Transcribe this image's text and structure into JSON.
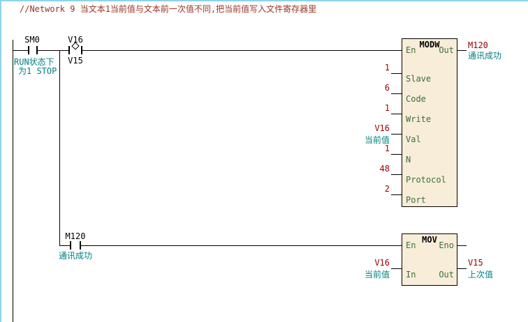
{
  "colors": {
    "comment": "#993322",
    "annotation_teal": "#008080",
    "value_red": "#990000",
    "pin_green": "#3C6E3C",
    "block_fill": "#F8EDD8",
    "block_border": "#000000",
    "wire": "#000000",
    "window_border_blue": "#8FD2F0"
  },
  "comment": {
    "text": "//Network 9  当文本1当前值与文本前一次值不同,把当前值写入文件寄存器里"
  },
  "rung1": {
    "contact_sm0": {
      "operand": "SM0",
      "note_line1": "RUN状态下",
      "note_line2": "为1 STOP"
    },
    "contact_compare": {
      "operand_top": "V16",
      "symbol": "◇",
      "operand_bottom": "V15"
    },
    "modw": {
      "title": "MODW",
      "pin_en": "En",
      "pin_out": "Out",
      "out_operand": "M120",
      "out_note": "通讯成功",
      "inputs": [
        {
          "value": "1",
          "pin": "Slave",
          "note": ""
        },
        {
          "value": "6",
          "pin": "Code",
          "note": ""
        },
        {
          "value": "1",
          "pin": "Write",
          "note": ""
        },
        {
          "value": "V16",
          "pin": "Val",
          "note": "当前值"
        },
        {
          "value": "1",
          "pin": "N",
          "note": ""
        },
        {
          "value": "48",
          "pin": "Protocol",
          "note": ""
        },
        {
          "value": "2",
          "pin": "Port",
          "note": ""
        }
      ]
    }
  },
  "rung2": {
    "contact_m120": {
      "operand": "M120",
      "note": "通讯成功"
    },
    "mov": {
      "title": "MOV",
      "pin_en": "En",
      "pin_eno": "Eno",
      "pin_in": "In",
      "pin_out": "Out",
      "in_value": "V16",
      "in_note": "当前值",
      "out_value": "V15",
      "out_note": "上次值"
    }
  }
}
